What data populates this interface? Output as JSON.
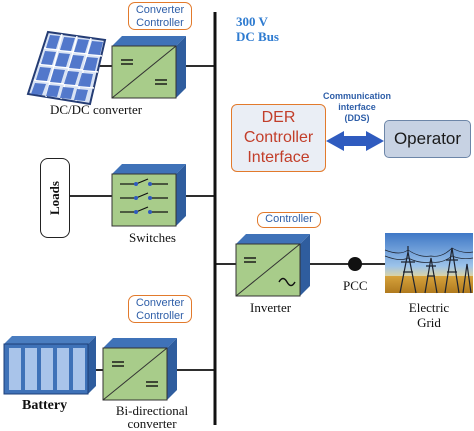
{
  "bus": {
    "voltage": "300 V",
    "name": "DC Bus"
  },
  "tags": {
    "dcdc_controller": [
      "Converter",
      "Controller"
    ],
    "inverter_controller": "Controller",
    "bidir_controller": [
      "Converter",
      "Controller"
    ]
  },
  "labels": {
    "dcdc": "DC/DC converter",
    "switches": "Switches",
    "loads": "Loads",
    "inverter": "Inverter",
    "pcc": "PCC",
    "grid": [
      "Electric",
      "Grid"
    ],
    "battery": "Battery",
    "bidir": [
      "Bi-directional",
      "converter"
    ]
  },
  "der": [
    "DER",
    "Controller",
    "Interface"
  ],
  "communication": [
    "Communication",
    "interface",
    "(DDS)"
  ],
  "operator": "Operator",
  "colors": {
    "bus_text": "#2e7bd0",
    "tag_border": "#e27a2c",
    "tag_text": "#2e5ea8",
    "der_text": "#c23e2a",
    "block_front": "#a8cc8a",
    "block_side": "#2f5d9e",
    "block_top": "#3f72b8",
    "arrow": "#2f5bbf"
  },
  "icons": [
    "solar-panel-icon",
    "battery-icon",
    "electric-grid-photo",
    "pcc-node-icon"
  ]
}
